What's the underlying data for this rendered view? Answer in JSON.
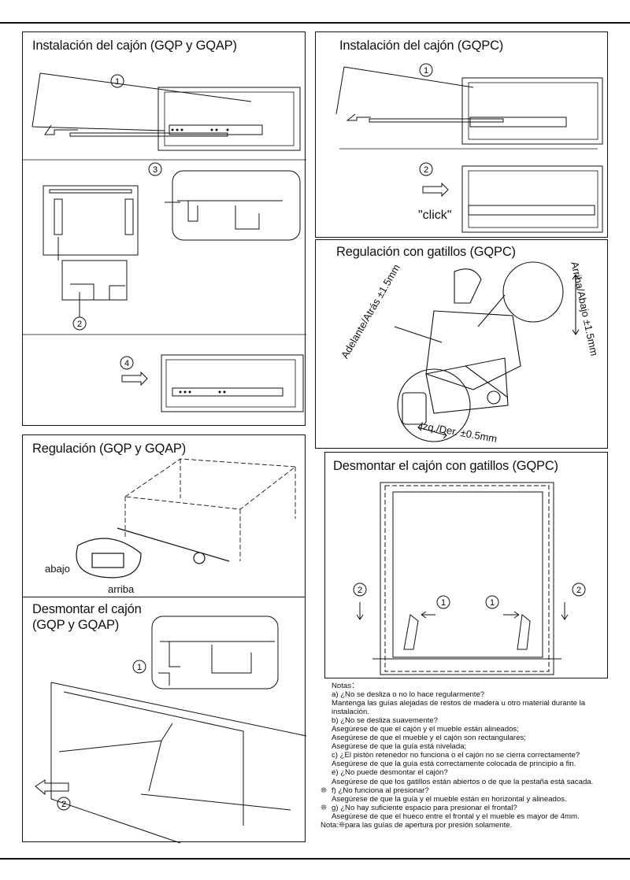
{
  "panels": {
    "install_gqp": "Instalación del cajón (GQP y GQAP)",
    "install_gqpc": "Instalación del cajón (GQPC)",
    "regulation_gqpc": "Regulación con gatillos (GQPC)",
    "regulation_gqp": "Regulación (GQP y GQAP)",
    "remove_gqpc": "Desmontar el cajón con gatillos (GQPC)",
    "remove_gqp_line1": "Desmontar el cajón",
    "remove_gqp_line2": "(GQP y GQAP)"
  },
  "labels": {
    "click": "\"click\"",
    "front_back": "Adelante/Atrás ±1.5mm",
    "up_down": "Arriba/Abajo ±1.5mm",
    "left_right": "Izq./Der. ±0.5mm",
    "down": "abajo",
    "up": "arriba"
  },
  "step_numbers": [
    "1",
    "2",
    "3",
    "4"
  ],
  "notes": {
    "heading": "Notas：",
    "lines": [
      "a) ¿No se desliza o no lo hace regularmente?",
      "Mantenga las guías alejadas de restos de madera u otro material durante la",
      "instalación.",
      "b) ¿No se desliza suavemente?",
      "Asegúrese de que el cajón y el mueble están alineados;",
      "Asegúrese de que el mueble y el cajón son rectangulares;",
      "Asegúrese de que la guía está nivelada;",
      "c) ¿El pistón retenedor no funciona o el cajón no se cierra correctamente?",
      "Asegúrese de que la guía está correctamente colocada de principio a fin.",
      "e) ¿No puede desmontar el cajón?",
      "Asegúrese de que los gatillos están abiertos o de que la pestaña está sacada.",
      "f) ¿No funciona al presionar?",
      "Asegúrese de que la guía y el mueble están en horizontal y alineados.",
      "g) ¿No hay suficiente espacio para presionar el frontal?",
      "Asegúrese de que el hueco entre el frontal y el mueble es mayor de 4mm.",
      "para las guías de apertura por presión solamente."
    ],
    "nota_prefix": "Nota:",
    "star_symbol": "❊"
  }
}
